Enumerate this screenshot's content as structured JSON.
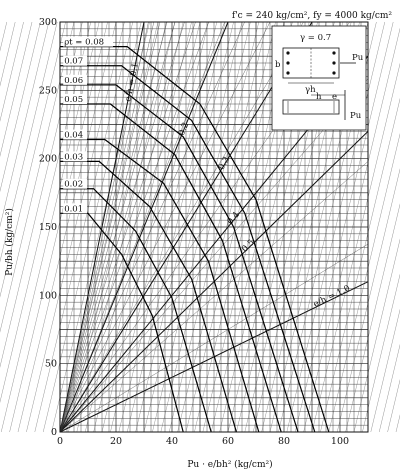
{
  "chart_data": {
    "type": "line",
    "title": "f'c = 240 kg/cm², fy = 4000 kg/cm²",
    "xlabel": "Pu · e/bh² (kg/cm²)",
    "ylabel": "Pu/bh (kg/cm²)",
    "xlim": [
      0,
      110
    ],
    "ylim": [
      0,
      300
    ],
    "x_ticks": [
      "0",
      "20",
      "40",
      "60",
      "80",
      "100"
    ],
    "y_ticks": [
      "0",
      "50",
      "100",
      "150",
      "200",
      "250",
      "300"
    ],
    "grid": true,
    "inset": {
      "gamma_label": "γ = 0.7",
      "labels": [
        "b",
        "Pu",
        "γh",
        "h",
        "e",
        "Pu"
      ]
    },
    "rho_series": [
      {
        "name": "ρt = 0.08",
        "label": "ρt = 0.08",
        "x": [
          0,
          24,
          50,
          70,
          96
        ],
        "y": [
          282,
          282,
          240,
          170,
          0
        ]
      },
      {
        "name": "0.07",
        "label": "0.07",
        "x": [
          0,
          22,
          47,
          66,
          91
        ],
        "y": [
          268,
          268,
          228,
          160,
          0
        ]
      },
      {
        "name": "0.06",
        "label": "0.06",
        "x": [
          0,
          20,
          44,
          62,
          85
        ],
        "y": [
          254,
          254,
          216,
          150,
          0
        ]
      },
      {
        "name": "0.05",
        "label": "0.05",
        "x": [
          0,
          18,
          41,
          58,
          79
        ],
        "y": [
          240,
          240,
          203,
          140,
          0
        ]
      },
      {
        "name": "0.04",
        "label": "0.04",
        "x": [
          0,
          16,
          37,
          53,
          71
        ],
        "y": [
          214,
          214,
          182,
          125,
          0
        ]
      },
      {
        "name": "0.03",
        "label": "0.03",
        "x": [
          0,
          14,
          32,
          47,
          63
        ],
        "y": [
          198,
          198,
          165,
          112,
          0
        ]
      },
      {
        "name": "0.02",
        "label": "0.02",
        "x": [
          0,
          12,
          27,
          40,
          54
        ],
        "y": [
          178,
          178,
          147,
          98,
          0
        ]
      },
      {
        "name": "0.01",
        "label": "0.01",
        "x": [
          0,
          10,
          22,
          33,
          44
        ],
        "y": [
          160,
          160,
          130,
          85,
          0
        ]
      }
    ],
    "eh_lines": [
      {
        "label": "e/h = 0.1",
        "slope": 10
      },
      {
        "label": "0.2",
        "slope": 5
      },
      {
        "label": "0.3",
        "slope": 3.333
      },
      {
        "label": "0.4",
        "slope": 2.5
      },
      {
        "label": "0.5",
        "slope": 2
      },
      {
        "label": "e/h = 1.0",
        "slope": 1
      }
    ]
  }
}
